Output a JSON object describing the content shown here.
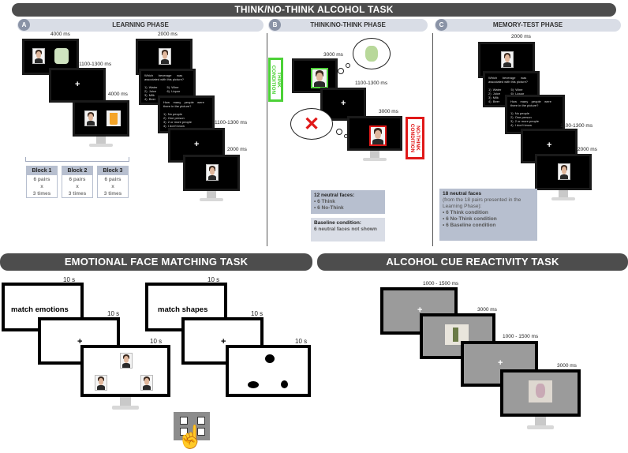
{
  "titles": {
    "main": "THINK/NO-THINK ALCOHOL TASK",
    "emotional": "EMOTIONAL FACE MATCHING TASK",
    "alcohol": "ALCOHOL CUE REACTIVITY TASK"
  },
  "phases": {
    "a": {
      "letter": "A",
      "title": "LEARNING PHASE"
    },
    "b": {
      "letter": "B",
      "title": "THINK/NO-THINK PHASE"
    },
    "c": {
      "letter": "C",
      "title": "MEMORY-TEST PHASE"
    }
  },
  "learning": {
    "timings": [
      "4000 ms",
      "1100-1300 ms",
      "4000 ms",
      "2000 ms",
      "1100-1300 ms",
      "2000 ms"
    ],
    "question1": "Which      beverage      was\nassociated with this picture?\n\n1)  Water           5)  Wine\n2)  Juice            6)  Liquor\n3)  Milk\n4)  Beer",
    "question2": "How    many    people    were\nthere in the picture?\n\n1)  No people\n2)  One person\n3)  2 or more people\n4)  I don't know",
    "blocks": [
      {
        "name": "Block 1",
        "l1": "6 pairs",
        "l2": "x",
        "l3": "3 times"
      },
      {
        "name": "Block 2",
        "l1": "6 pairs",
        "l2": "x",
        "l3": "3 times"
      },
      {
        "name": "Block 3",
        "l1": "6 pairs",
        "l2": "x",
        "l3": "3 times"
      }
    ]
  },
  "tnt": {
    "timings": [
      "3000 ms",
      "1100-1300 ms",
      "3000 ms"
    ],
    "think_label": "THINK\nCONDITION",
    "nothink_label": "NO-THINK\nCONDITION",
    "box1_title": "12 neutral faces:",
    "box1_items": [
      "6 Think",
      "6 No-Think"
    ],
    "box2_title": "Baseline condition:",
    "box2_text": "6   neutral   faces   not shown"
  },
  "memory": {
    "timings": [
      "2000 ms",
      "1100-1300 ms",
      "2000 ms"
    ],
    "box_title": "18 neutral faces",
    "box_sub": "(from the 18 pairs presented in the Learning Phase):",
    "box_items": [
      "6 Think condition",
      "6 No-Think condition",
      "6 Baseline condition"
    ]
  },
  "emotional": {
    "timings": [
      "10 s",
      "10 s",
      "10 s",
      "10 s",
      "10 s",
      "10 s"
    ],
    "label_emotions": "match emotions",
    "label_shapes": "match shapes",
    "cross": "+"
  },
  "alcohol": {
    "timings": [
      "1000 - 1500 ms",
      "3000 ms",
      "1000 - 1500 ms",
      "3000 ms"
    ],
    "cross": "+"
  },
  "colors": {
    "banner": "#4d4d4d",
    "think": "#4cd137",
    "nothink": "#e01818",
    "box": "#b7bfcf"
  }
}
